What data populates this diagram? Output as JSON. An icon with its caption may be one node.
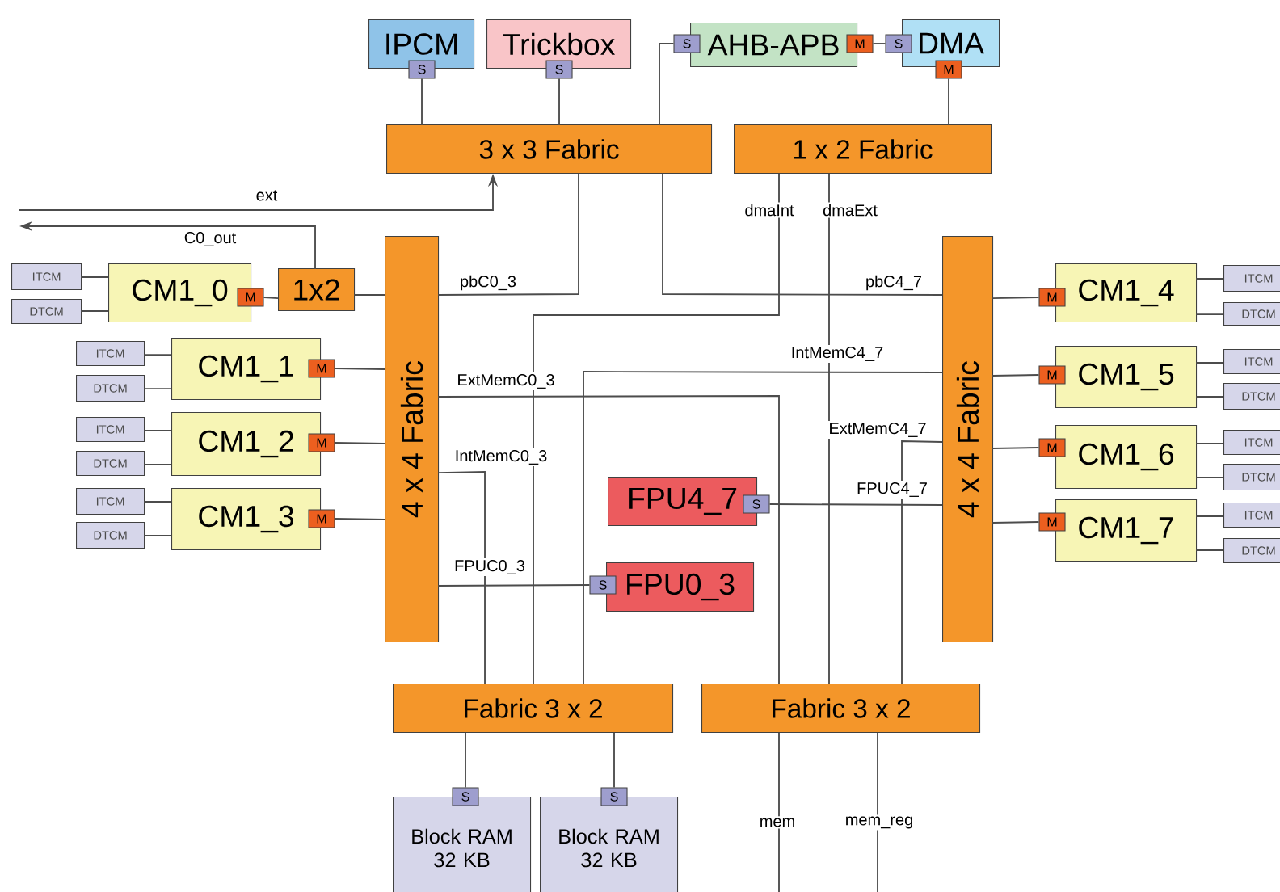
{
  "diagram": {
    "nodes": [
      {
        "text": [
          "IPCM",
          "S"
        ]
      },
      {
        "text": [
          "Trickbox",
          "S"
        ]
      },
      {
        "text": [
          "S",
          "AHB-APB",
          "M"
        ]
      },
      {
        "text": [
          "S",
          "DMA",
          "M"
        ]
      },
      {
        "text": [
          "3 x 3 Fabric"
        ]
      },
      {
        "text": [
          "1 x 2 Fabric"
        ]
      },
      {
        "text": [
          "ITCM"
        ]
      },
      {
        "text": [
          "DTCM"
        ]
      },
      {
        "text": [
          "CM1_0",
          "M"
        ]
      },
      {
        "text": [
          "1x2"
        ]
      },
      {
        "text": [
          "4 x 4 Fabric"
        ]
      },
      {
        "text": [
          "4 x 4 Fabric"
        ]
      },
      {
        "text": [
          "M",
          "CM1_4"
        ]
      },
      {
        "text": [
          "ITCM"
        ]
      },
      {
        "text": [
          "DTCM"
        ]
      },
      {
        "text": [
          "ITCM"
        ]
      },
      {
        "text": [
          "DTCM"
        ]
      },
      {
        "text": [
          "CM1_1",
          "M"
        ]
      },
      {
        "text": [
          "M",
          "CM1_5"
        ]
      },
      {
        "text": [
          "ITCM"
        ]
      },
      {
        "text": [
          "DTCM"
        ]
      },
      {
        "text": [
          "ITCM"
        ]
      },
      {
        "text": [
          "DTCM"
        ]
      },
      {
        "text": [
          "CM1_2",
          "M"
        ]
      },
      {
        "text": [
          "M",
          "CM1_6"
        ]
      },
      {
        "text": [
          "ITCM"
        ]
      },
      {
        "text": [
          "DTCM"
        ]
      },
      {
        "text": [
          "FPU4_7",
          "S"
        ]
      },
      {
        "text": [
          "ITCM"
        ]
      },
      {
        "text": [
          "DTCM"
        ]
      },
      {
        "text": [
          "CM1_3",
          "M"
        ]
      },
      {
        "text": [
          "M",
          "CM1_7"
        ]
      },
      {
        "text": [
          "ITCM"
        ]
      },
      {
        "text": [
          "DTCM"
        ]
      },
      {
        "text": [
          "S",
          "FPU0_3"
        ]
      },
      {
        "text": [
          "Fabric 3 x 2"
        ]
      },
      {
        "text": [
          "Fabric 3 x 2"
        ]
      },
      {
        "text": [
          "S",
          "Block RAM 32 KB"
        ]
      },
      {
        "text": [
          "S",
          "Block RAM 32 KB"
        ]
      }
    ],
    "edges": [
      {
        "from": 0,
        "to": 4,
        "arrow": "none"
      },
      {
        "from": 1,
        "to": 4,
        "arrow": "none"
      },
      {
        "from": 4,
        "to": 2,
        "arrow": "none"
      },
      {
        "from": 2,
        "to": 3,
        "arrow": "none"
      },
      {
        "from": 3,
        "to": 5,
        "arrow": "none"
      },
      {
        "from": null,
        "to": 4,
        "arrow": "to",
        "label": "ext"
      },
      {
        "from": 9,
        "to": null,
        "arrow": "to",
        "label": "C0_out"
      },
      {
        "from": 8,
        "to": 9,
        "arrow": "none"
      },
      {
        "from": 9,
        "to": 10,
        "arrow": "none"
      },
      {
        "from": 4,
        "to": 10,
        "arrow": "none",
        "label": "pbC0_3"
      },
      {
        "from": 4,
        "to": 11,
        "arrow": "none",
        "label": "pbC4_7"
      },
      {
        "from": 5,
        "to": 35,
        "arrow": "none",
        "label": "dmaInt"
      },
      {
        "from": 5,
        "to": 36,
        "arrow": "none",
        "label": "dmaExt"
      },
      {
        "from": 10,
        "to": 36,
        "arrow": "none",
        "label": "ExtMemC0_3"
      },
      {
        "from": 11,
        "to": 35,
        "arrow": "none",
        "label": "IntMemC4_7"
      },
      {
        "from": 10,
        "to": 35,
        "arrow": "none",
        "label": "IntMemC0_3"
      },
      {
        "from": 11,
        "to": 36,
        "arrow": "none",
        "label": "ExtMemC4_7"
      },
      {
        "from": 10,
        "to": 34,
        "arrow": "none",
        "label": "FPUC0_3"
      },
      {
        "from": 11,
        "to": 27,
        "arrow": "none",
        "label": "FPUC4_7"
      },
      {
        "from": 17,
        "to": 10,
        "arrow": "none"
      },
      {
        "from": 23,
        "to": 10,
        "arrow": "none"
      },
      {
        "from": 30,
        "to": 10,
        "arrow": "none"
      },
      {
        "from": 12,
        "to": 11,
        "arrow": "none"
      },
      {
        "from": 18,
        "to": 11,
        "arrow": "none"
      },
      {
        "from": 24,
        "to": 11,
        "arrow": "none"
      },
      {
        "from": 31,
        "to": 11,
        "arrow": "none"
      },
      {
        "from": 6,
        "to": 8,
        "arrow": "none"
      },
      {
        "from": 7,
        "to": 8,
        "arrow": "none"
      },
      {
        "from": 15,
        "to": 17,
        "arrow": "none"
      },
      {
        "from": 16,
        "to": 17,
        "arrow": "none"
      },
      {
        "from": 21,
        "to": 23,
        "arrow": "none"
      },
      {
        "from": 22,
        "to": 23,
        "arrow": "none"
      },
      {
        "from": 28,
        "to": 30,
        "arrow": "none"
      },
      {
        "from": 29,
        "to": 30,
        "arrow": "none"
      },
      {
        "from": 13,
        "to": 12,
        "arrow": "none"
      },
      {
        "from": 14,
        "to": 12,
        "arrow": "none"
      },
      {
        "from": 19,
        "to": 18,
        "arrow": "none"
      },
      {
        "from": 20,
        "to": 18,
        "arrow": "none"
      },
      {
        "from": 25,
        "to": 24,
        "arrow": "none"
      },
      {
        "from": 26,
        "to": 24,
        "arrow": "none"
      },
      {
        "from": 32,
        "to": 31,
        "arrow": "none"
      },
      {
        "from": 33,
        "to": 31,
        "arrow": "none"
      },
      {
        "from": 35,
        "to": 37,
        "arrow": "none"
      },
      {
        "from": 35,
        "to": 38,
        "arrow": "none"
      },
      {
        "from": 36,
        "to": null,
        "arrow": "none",
        "label": "mem"
      },
      {
        "from": 36,
        "to": null,
        "arrow": "none",
        "label": "mem_reg"
      }
    ]
  }
}
